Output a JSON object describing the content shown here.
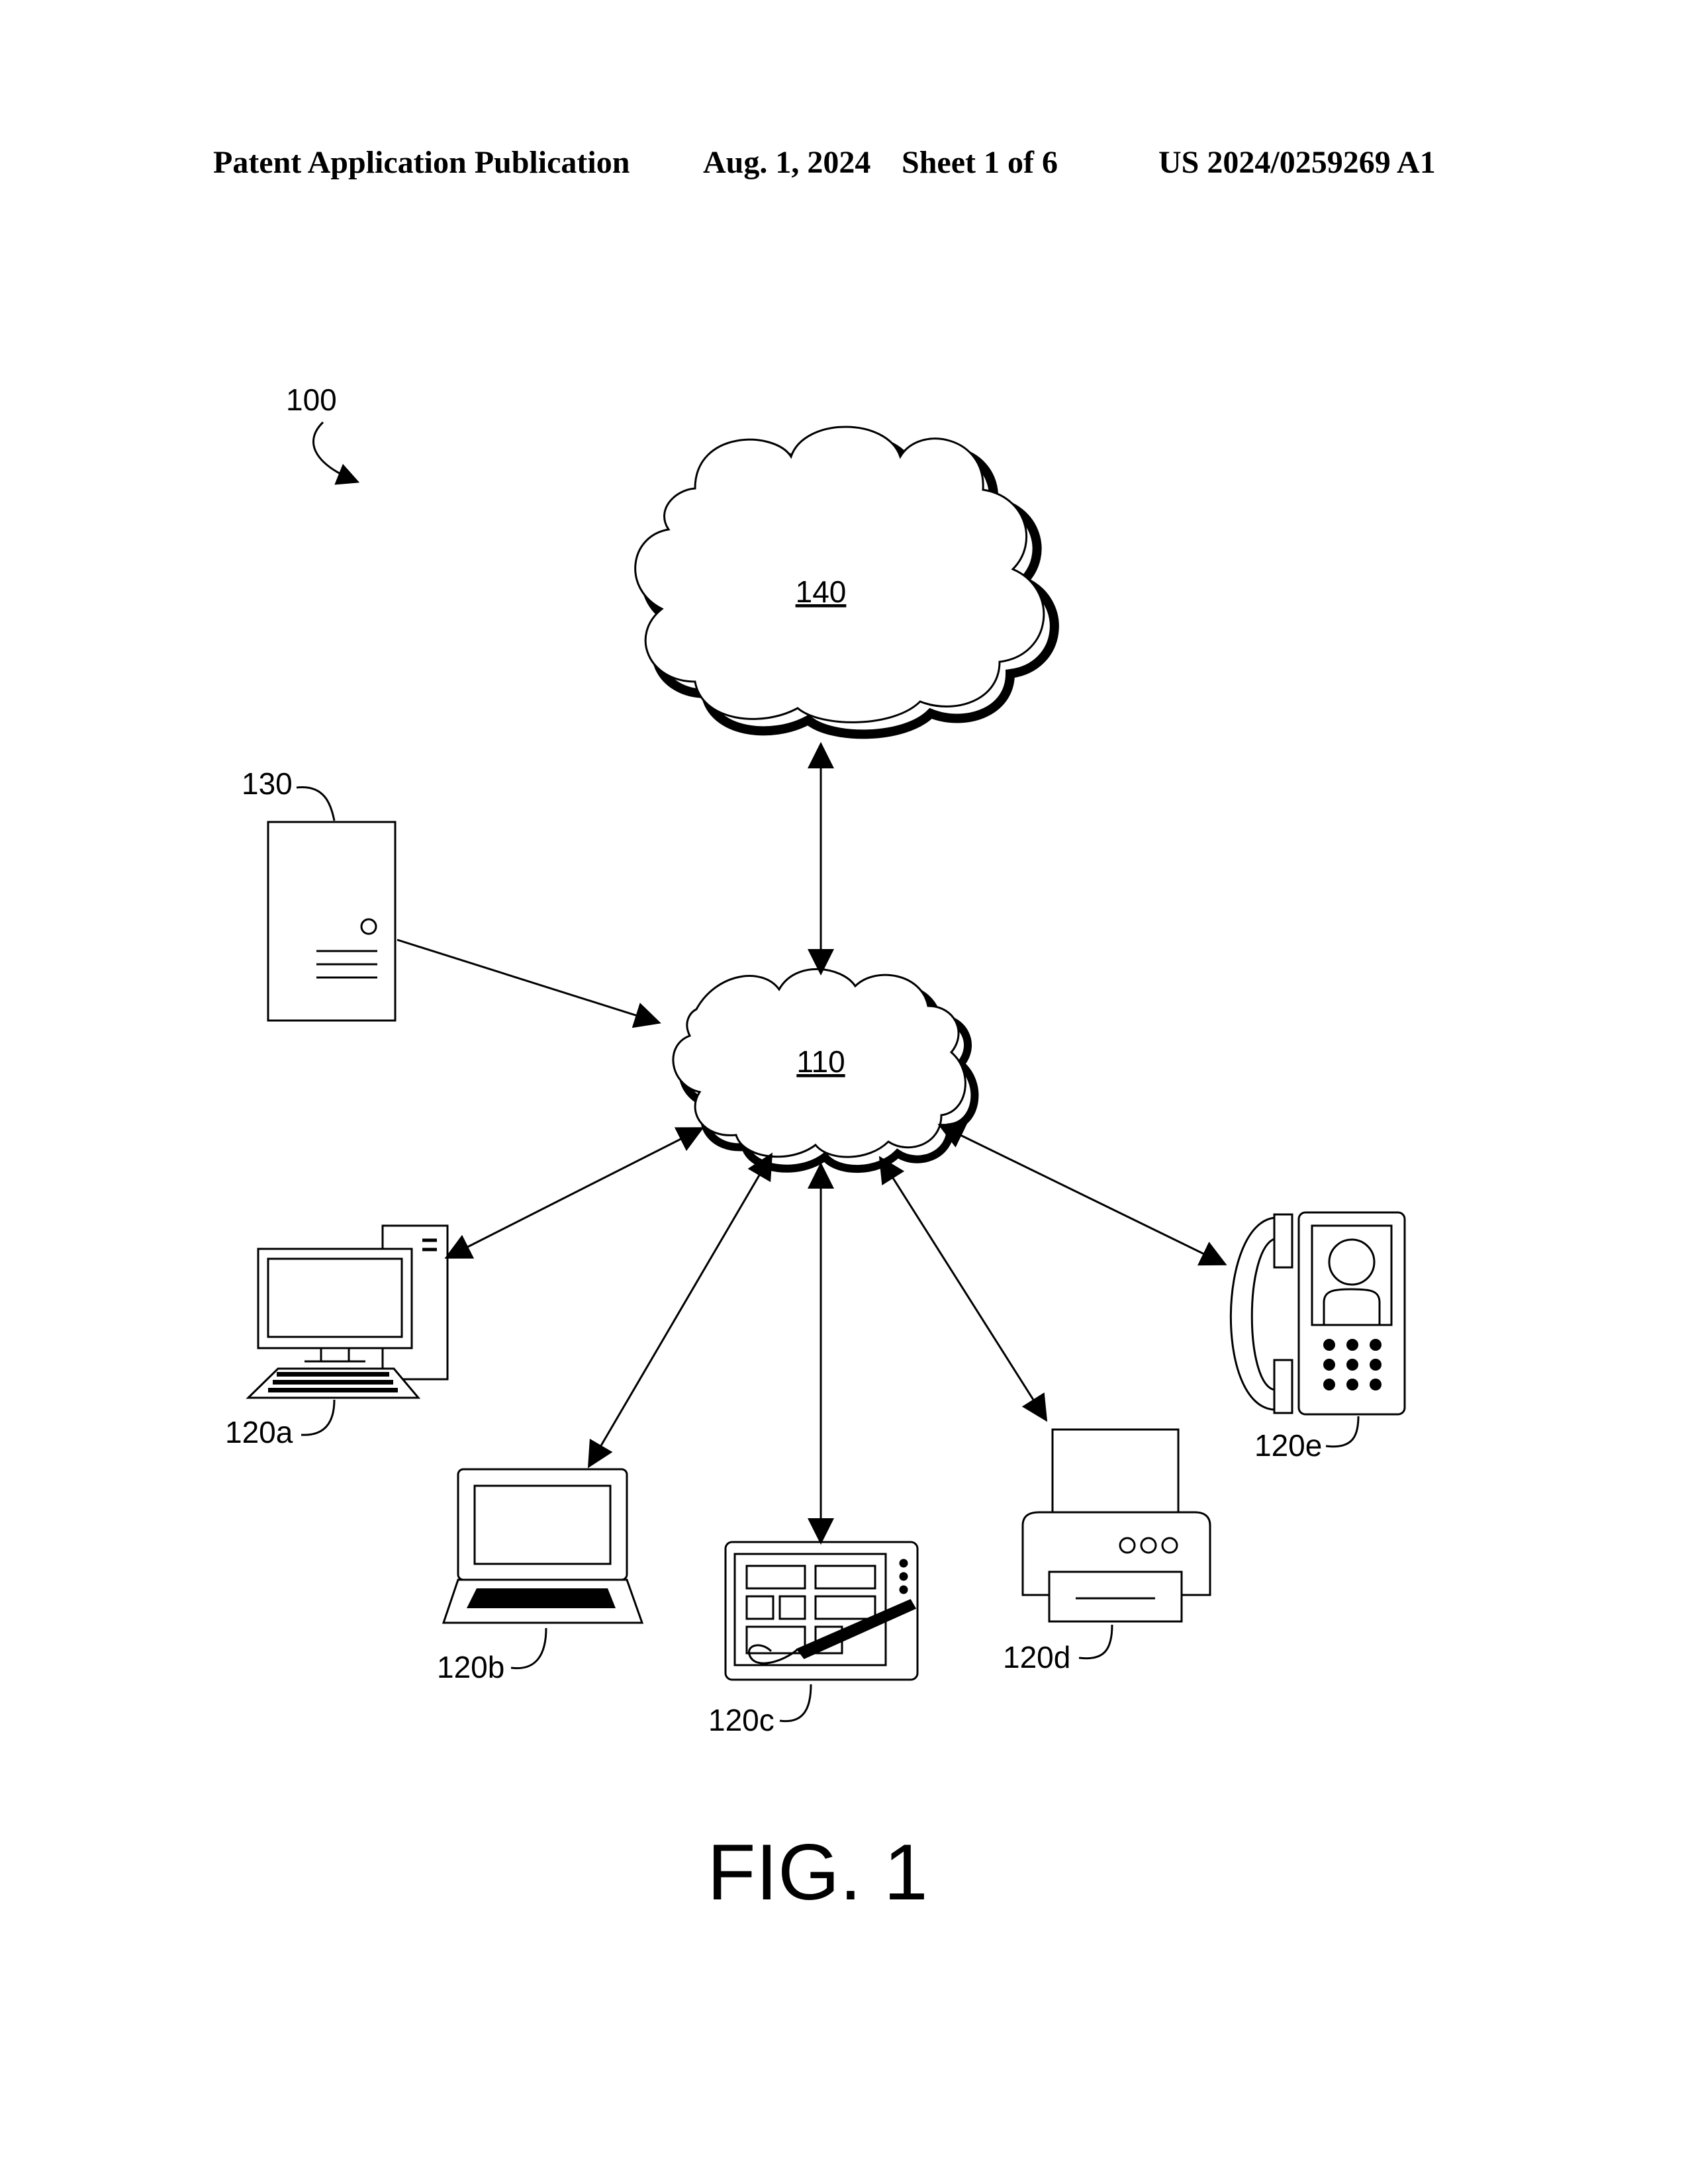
{
  "header": {
    "publication": "Patent Application Publication",
    "date": "Aug. 1, 2024",
    "sheet": "Sheet 1 of 6",
    "number": "US 2024/0259269 A1"
  },
  "labels": {
    "system": "100",
    "cloud_top": "140",
    "cloud_network": "110",
    "server": "130",
    "desktop": "120a",
    "laptop": "120b",
    "tablet": "120c",
    "printer": "120d",
    "phone": "120e"
  },
  "figure": {
    "caption": "FIG. 1"
  },
  "icons": {
    "server": "server-tower-icon",
    "desktop": "desktop-computer-icon",
    "laptop": "laptop-icon",
    "tablet": "tablet-with-stylus-icon",
    "printer": "printer-icon",
    "phone": "video-phone-icon",
    "cloud": "cloud-icon"
  }
}
